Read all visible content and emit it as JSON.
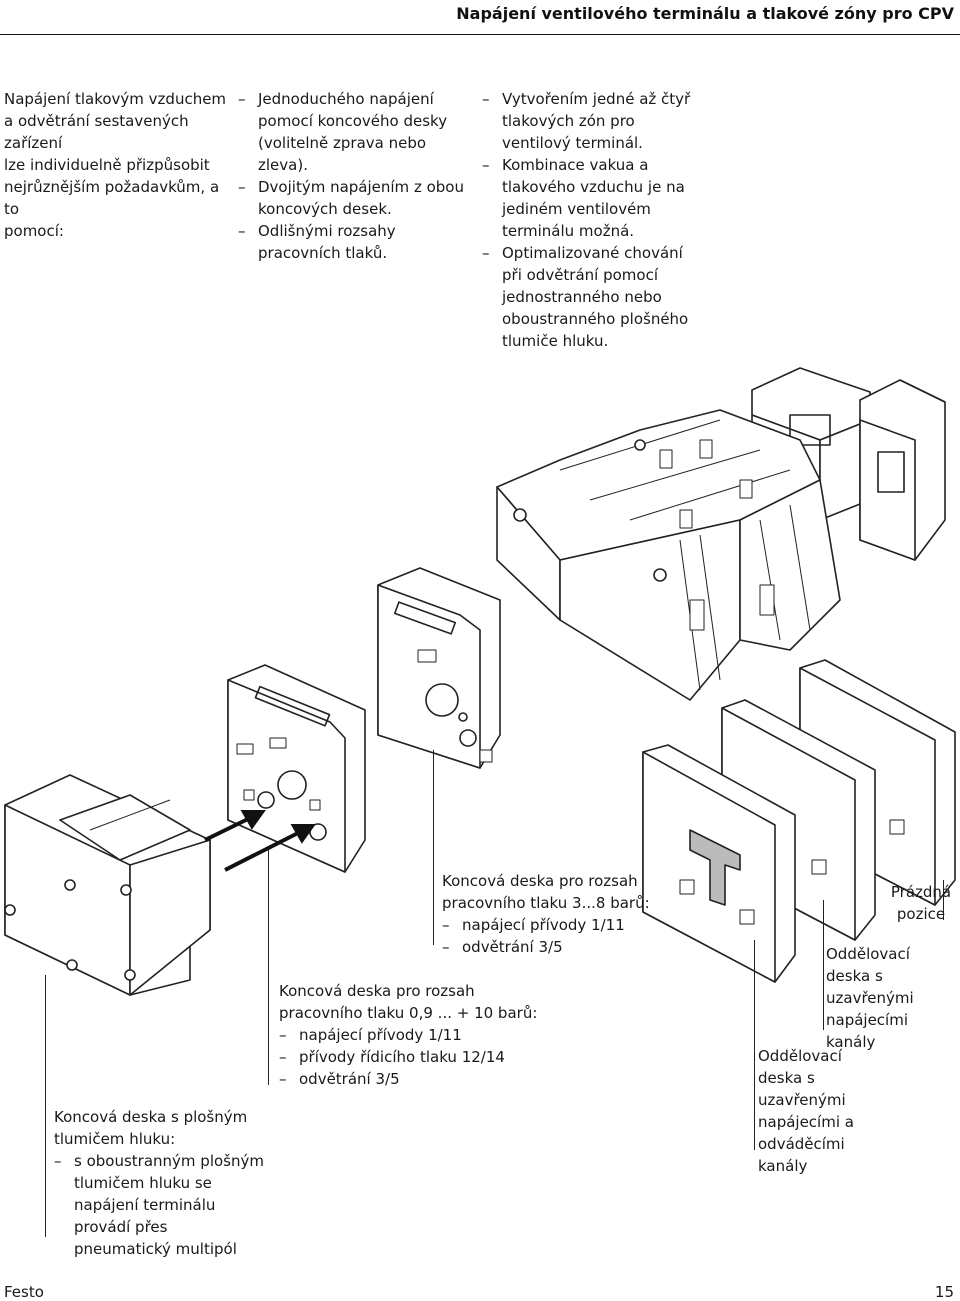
{
  "header": {
    "title": "Napájení ventilového terminálu a tlakové zóny pro CPV"
  },
  "intro": {
    "lines": [
      "Napájení tlakovým vzduchem",
      "a odvětrání sestavených zařízení",
      "lze individuelně přizpůsobit",
      "nejrůznějším požadavkům, a to",
      "pomocí:"
    ]
  },
  "list_middle": [
    "Jednoduchého napájení pomocí koncového desky (volitelně zprava nebo zleva).",
    "Dvojitým napájením z obou koncových desek.",
    "Odlišnými rozsahy pracovních tlaků."
  ],
  "list_right": [
    "Vytvořením jedné až čtyř tlakových zón pro ventilový terminál.",
    "Kombinace vakua a tlakového vzduchu je na jediném ventilovém terminálu možná.",
    "Optimalizované chování při odvětrání pomocí jednostranného nebo oboustranného plošného tlumiče hluku."
  ],
  "labels": {
    "endplate_3_8": {
      "head": "Koncová deska pro rozsah pracovního tlaku 3...8 barů:",
      "items": [
        "napájecí přívody 1/11",
        "odvětrání 3/5"
      ]
    },
    "endplate_09_10": {
      "head": "Koncová deska pro rozsah pracovního tlaku 0,9 ... + 10 barů:",
      "items": [
        "napájecí přívody 1/11",
        "přívody řídicího tlaku 12/14",
        "odvětrání 3/5"
      ]
    },
    "endplate_silencer": {
      "head": "Koncová deska s plošným tlumičem hluku:",
      "items": [
        "s oboustranným plošným tlumičem hluku se napájení terminálu provádí přes pneumatický multipól"
      ]
    },
    "empty_position": "Prázdná pozice",
    "separator_closed_supply": "Oddělovací deska s uzavřenými napájecími kanály",
    "separator_closed_supply_exhaust": "Oddělovací deska s uzavřenými napájecími a odváděcími kanály"
  },
  "footer": {
    "brand": "Festo",
    "page": "15"
  }
}
